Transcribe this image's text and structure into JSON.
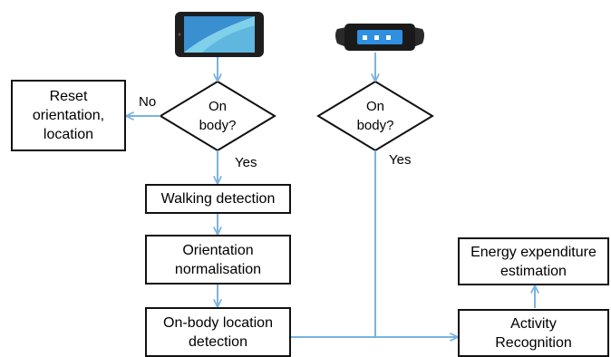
{
  "nodes": {
    "reset": {
      "line1": "Reset",
      "line2": "orientation,",
      "line3": "location"
    },
    "on_body_phone": {
      "line1": "On",
      "line2": "body?"
    },
    "on_body_band": {
      "line1": "On",
      "line2": "body?"
    },
    "walking": {
      "text": "Walking detection"
    },
    "orientation": {
      "line1": "Orientation",
      "line2": "normalisation"
    },
    "location": {
      "line1": "On-body location",
      "line2": "detection"
    },
    "energy": {
      "line1": "Energy expenditure",
      "line2": "estimation"
    },
    "activity": {
      "line1": "Activity",
      "line2": "Recognition"
    }
  },
  "edge_labels": {
    "no": "No",
    "yes_phone": "Yes",
    "yes_band": "Yes"
  },
  "devices": {
    "phone": {
      "icon": "smartphone-icon"
    },
    "band": {
      "icon": "smart-band-icon"
    }
  },
  "colors": {
    "arrow": "#7ab3e0",
    "border": "#111111",
    "phone_screen": "#3a8fd1",
    "band_screen": "#2f8fe0"
  }
}
